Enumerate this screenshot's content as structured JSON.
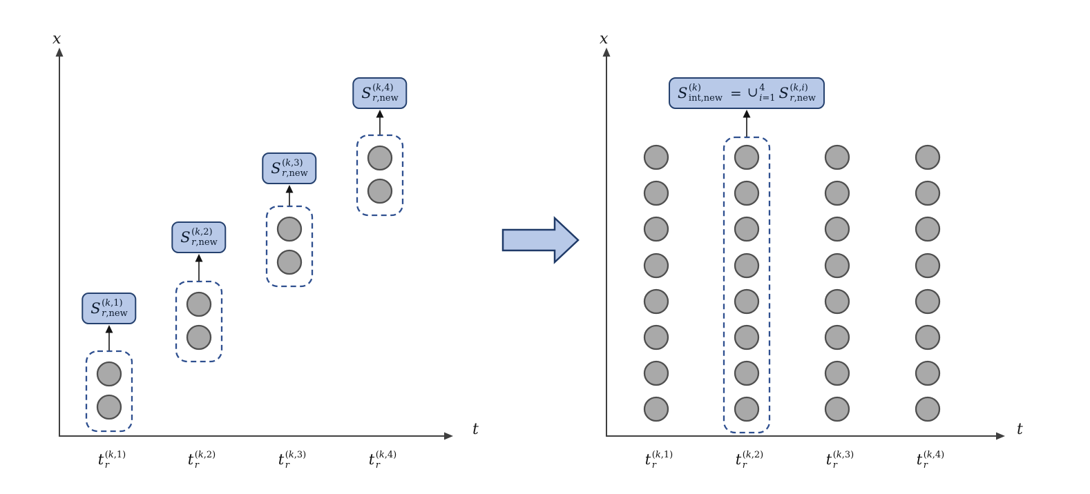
{
  "figure": {
    "left_panel": {
      "y_axis_label": "x",
      "x_axis_label": "t",
      "groups": [
        {
          "set_label": {
            "base": "S",
            "sup": "(k,1)",
            "sub": "r,new"
          },
          "tick_label": {
            "base": "t",
            "sup": "(k,1)",
            "sub": "r"
          },
          "points": 2
        },
        {
          "set_label": {
            "base": "S",
            "sup": "(k,2)",
            "sub": "r,new"
          },
          "tick_label": {
            "base": "t",
            "sup": "(k,2)",
            "sub": "r"
          },
          "points": 2
        },
        {
          "set_label": {
            "base": "S",
            "sup": "(k,3)",
            "sub": "r,new"
          },
          "tick_label": {
            "base": "t",
            "sup": "(k,3)",
            "sub": "r"
          },
          "points": 2
        },
        {
          "set_label": {
            "base": "S",
            "sup": "(k,4)",
            "sub": "r,new"
          },
          "tick_label": {
            "base": "t",
            "sup": "(k,4)",
            "sub": "r"
          },
          "points": 2
        }
      ]
    },
    "transform_arrow": {
      "direction": "right"
    },
    "right_panel": {
      "y_axis_label": "x",
      "x_axis_label": "t",
      "union_label": [
        {
          "base": "S",
          "sup": "(k)",
          "sub": "int,new"
        },
        {
          "base": "=",
          "sup": "",
          "sub": ""
        },
        {
          "base": "∪",
          "sup": "4",
          "sub": "i=1"
        },
        {
          "base": "S",
          "sup": "(k,i)",
          "sub": "r,new"
        }
      ],
      "columns": [
        {
          "tick_label": {
            "base": "t",
            "sup": "(k,1)",
            "sub": "r"
          },
          "points": 8,
          "highlighted": false
        },
        {
          "tick_label": {
            "base": "t",
            "sup": "(k,2)",
            "sub": "r"
          },
          "points": 8,
          "highlighted": true
        },
        {
          "tick_label": {
            "base": "t",
            "sup": "(k,3)",
            "sub": "r"
          },
          "points": 8,
          "highlighted": false
        },
        {
          "tick_label": {
            "base": "t",
            "sup": "(k,4)",
            "sub": "r"
          },
          "points": 8,
          "highlighted": false
        }
      ]
    },
    "colors": {
      "label_box_fill": "#b8c9e8",
      "label_box_border": "#24406e",
      "dashed_outline": "#2e4f8f",
      "point_fill": "#a9a9a9",
      "point_border": "#4f4f4f",
      "axis": "#3f3f3f",
      "arrow": "#141414",
      "block_arrow_fill": "#b8c9e8",
      "block_arrow_border": "#1f3a68"
    }
  }
}
